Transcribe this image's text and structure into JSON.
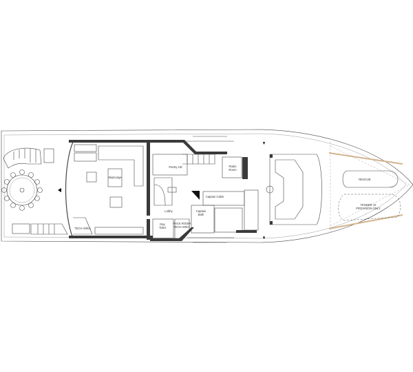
{
  "rooms": {
    "skylounge": "Skylounge",
    "tech_area": "TECH AREA",
    "pantry": "Pantry UD",
    "lobby": "Lobby",
    "day_toilet_1": "Day",
    "day_toilet_2": "Toilet",
    "rack_room_1": "RACK ROOM",
    "rack_room_2": "TECH AREA",
    "radio_room_1": "Radio",
    "radio_room_2": "Room",
    "captain_cabin": "Captain Cabin",
    "captain_bath_1": "Captain",
    "captain_bath_2": "Bath",
    "rescue": "RESCUE",
    "tender_1": "TENDER 12",
    "tender_2": "PROVISION ONLY"
  },
  "colors": {
    "walls": "#3a3a3a",
    "lines": "#444444",
    "deck_trim": "#d2b48c"
  }
}
